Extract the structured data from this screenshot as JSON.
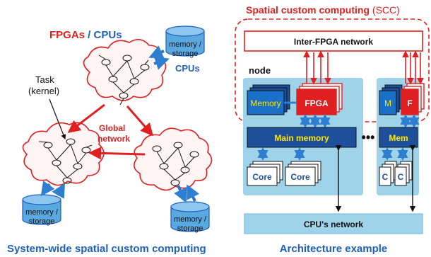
{
  "left": {
    "title_fpgas": "FPGAs",
    "title_slash": " / ",
    "title_cpus": "CPUs",
    "task_label_1": "Task",
    "task_label_2": "(kernel)",
    "global_1": "Global",
    "global_2": "network",
    "storage_top_1": "memory /",
    "storage_top_2": "storage",
    "storage_top_cpus": "CPUs",
    "storage_bl_1": "memory /",
    "storage_bl_2": "storage",
    "storage_br_1": "memory /",
    "storage_br_2": "storage",
    "caption": "System-wide spatial custom computing"
  },
  "right": {
    "scc_title": "Spatial custom computing",
    "scc_abbr": " (SCC)",
    "inter_fpga": "Inter-FPGA network",
    "node": "node",
    "memory": "Memory",
    "fpga": "FPGA",
    "main_memory": "Main memory",
    "core1": "Core",
    "core2": "Core",
    "dots": "•••",
    "m": "M",
    "f": "F",
    "mem": "Mem",
    "c1": "C",
    "c2": "C",
    "cpu_network": "CPU's network",
    "caption": "Architecture example"
  },
  "colors": {
    "red": "#e02020",
    "blue": "#1f5fc0",
    "node_bg": "#9fd3ea",
    "dark_blue": "#1e4f9a",
    "light_blue": "#4aa6da"
  }
}
